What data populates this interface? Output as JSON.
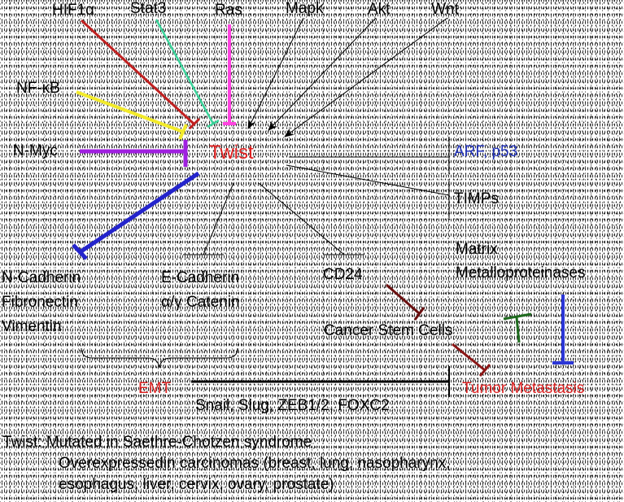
{
  "center": "Twist",
  "upstream": [
    "HIF1α",
    "Stat3",
    "Ras",
    "Mapk",
    "Akt",
    "Wnt",
    "NF-κB",
    "N-Myc"
  ],
  "targets": {
    "arf_p53": [
      "ARF,",
      "p53"
    ],
    "timps": "TIMPs",
    "mmp": [
      "Matrix",
      "Metalloproteinases"
    ],
    "ncad": [
      "N-Cadherin",
      "Fibronectin",
      "Vimentin"
    ],
    "ecad": [
      "E-Cadherin",
      "α/γ Catenin"
    ],
    "cd24": "CD24",
    "csc": "Cancer Stem Cells",
    "emt": "EMT",
    "metastasis": "Tumor Metastasis",
    "snail": "Snail, Slug, ZEB1/2, FOXC2"
  },
  "footnote": [
    "Twist: Mutated in Saethre-Chotzen syndrome",
    "Overexpressedin carcinomas (breast, lung, nasopharynx,",
    "esophagus, liver, cervix, ovary, prostate)"
  ],
  "colors": {
    "hif1a": "#c02020",
    "stat3": "#3ad39a",
    "ras": "#ff44e0",
    "nfkb": "#f2ea2a",
    "nmyc": "#a020e0",
    "ncad": "#2424cc",
    "cd24_csc": "#6b1010",
    "csc_meta": "#8b1515",
    "green_t": "#1e6b1e",
    "mmp_t": "#2b36d6",
    "text_red": "#dd2222",
    "text_blue": "#2233bb"
  }
}
